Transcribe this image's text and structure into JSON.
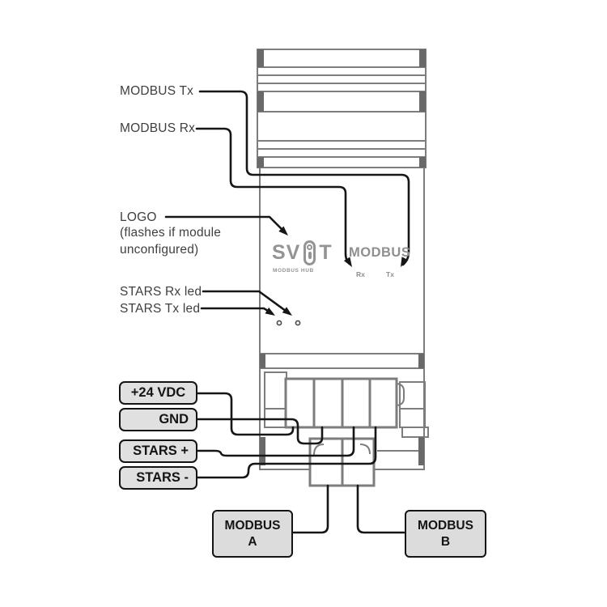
{
  "annotations": {
    "modbus_tx": "MODBUS Tx",
    "modbus_rx": "MODBUS Rx",
    "logo_label": "LOGO",
    "logo_note_line1": "(flashes if module",
    "logo_note_line2": "unconfigured)",
    "stars_rx_led": "STARS Rx led",
    "stars_tx_led": "STARS Tx led"
  },
  "terminals": [
    "+24 VDC",
    "GND",
    "STARS +",
    "STARS -"
  ],
  "buses": [
    {
      "line1": "MODBUS",
      "line2": "A"
    },
    {
      "line1": "MODBUS",
      "line2": "B"
    }
  ],
  "device": {
    "logo_prefix": "SV",
    "logo_suffix": "T",
    "logo_subtitle": "MODBUS HUB",
    "silkscreen_modbus": "MODBUS",
    "led_rx": "Rx",
    "led_tx": "Tx"
  },
  "colors": {
    "wire": "#161616",
    "device_outline": "#7d7d7d",
    "device_dark": "#696969",
    "box_fill": "#e0e0e0",
    "box_border": "#141414",
    "annotation_text": "#3f3f3f",
    "logo_gray": "#949494"
  }
}
